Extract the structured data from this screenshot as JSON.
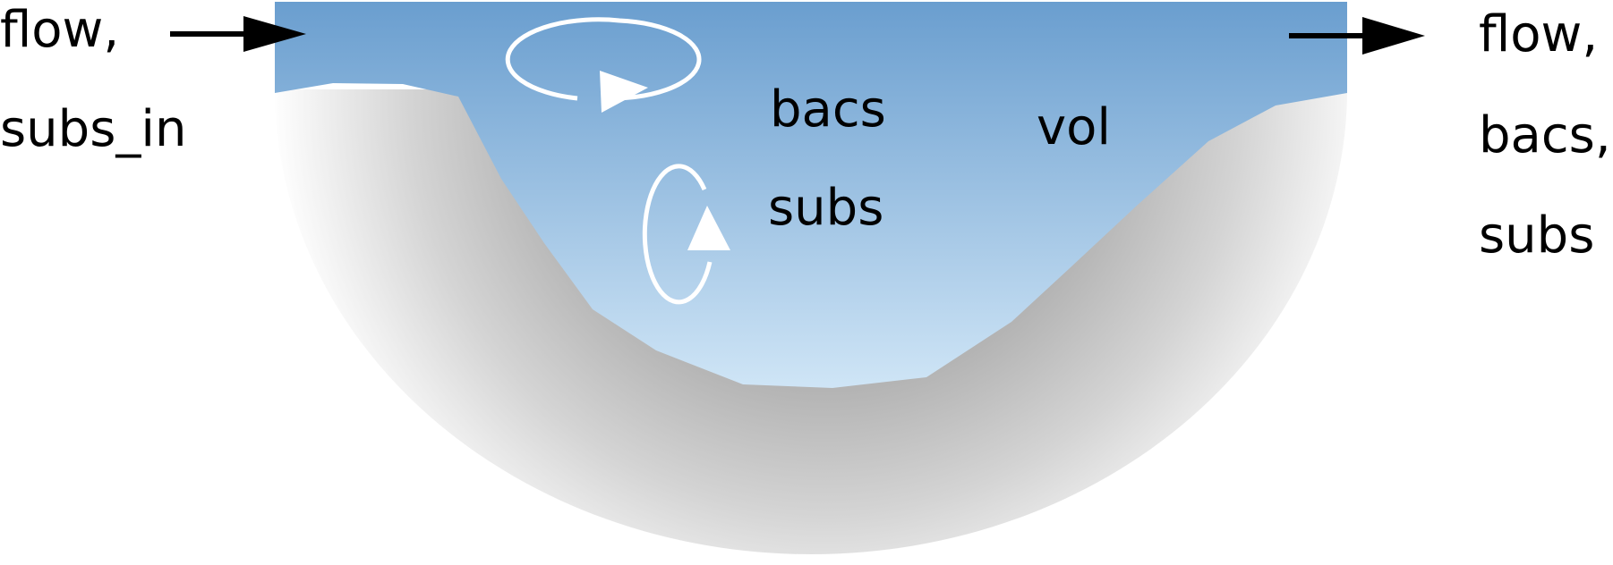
{
  "inflow": {
    "line1": "flow,",
    "line2": "subs_in"
  },
  "outflow": {
    "line1": "flow,",
    "line2": "bacs,",
    "line3": "subs"
  },
  "labels": {
    "bacs": "bacs",
    "subs": "subs",
    "vol": "vol"
  },
  "colors": {
    "water_top": "#6a9ecf",
    "water_bottom": "#cfe5f6",
    "ground_center": "#a9a9a9",
    "ground_edge": "#ffffff",
    "arrow": "#000000",
    "cycle_arrow": "#ffffff",
    "text": "#000000"
  },
  "icons": [
    "inflow-arrow-icon",
    "outflow-arrow-icon",
    "horizontal-cycle-arrow-icon",
    "vertical-cycle-arrow-icon"
  ]
}
